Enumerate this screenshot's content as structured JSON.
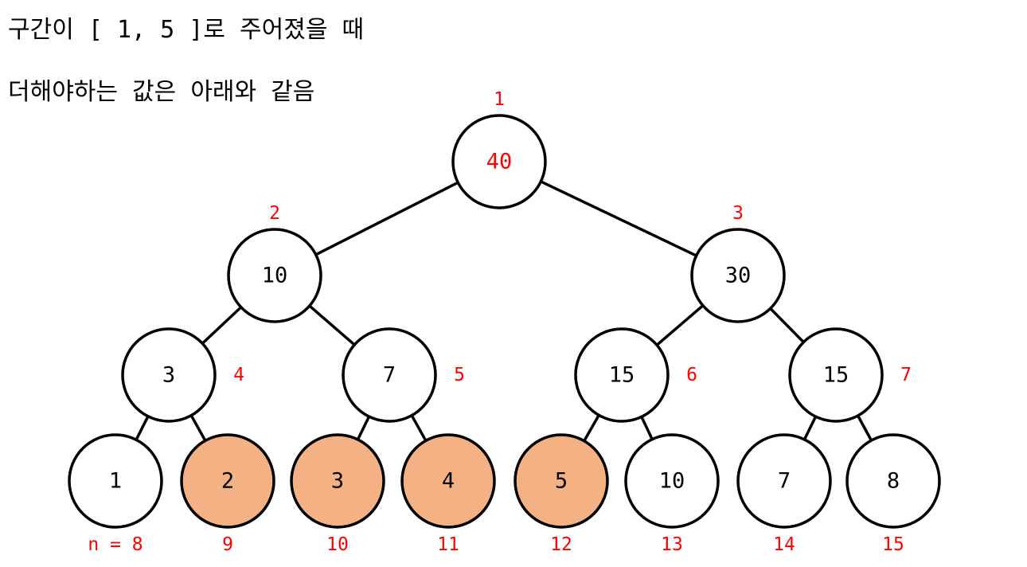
{
  "caption": {
    "line1": "구간이 [ 1, 5 ]로 주어졌을 때",
    "line2": "더해야하는 값은 아래와 같음"
  },
  "colors": {
    "index_label": "#ff0000",
    "highlight_fill": "#f4b183",
    "node_fill": "#ffffff",
    "stroke": "#000000"
  },
  "tree": {
    "nodes": [
      {
        "index": "1",
        "value": "40",
        "highlight": false,
        "value_color": "#ff0000"
      },
      {
        "index": "2",
        "value": "10",
        "highlight": false
      },
      {
        "index": "3",
        "value": "30",
        "highlight": false
      },
      {
        "index": "4",
        "value": "3",
        "highlight": false
      },
      {
        "index": "5",
        "value": "7",
        "highlight": false
      },
      {
        "index": "6",
        "value": "15",
        "highlight": false
      },
      {
        "index": "7",
        "value": "15",
        "highlight": false
      },
      {
        "index": "n = 8",
        "value": "1",
        "highlight": false
      },
      {
        "index": "9",
        "value": "2",
        "highlight": true
      },
      {
        "index": "10",
        "value": "3",
        "highlight": true
      },
      {
        "index": "11",
        "value": "4",
        "highlight": true
      },
      {
        "index": "12",
        "value": "5",
        "highlight": true
      },
      {
        "index": "13",
        "value": "10",
        "highlight": false
      },
      {
        "index": "14",
        "value": "7",
        "highlight": false
      },
      {
        "index": "15",
        "value": "8",
        "highlight": false
      }
    ]
  }
}
